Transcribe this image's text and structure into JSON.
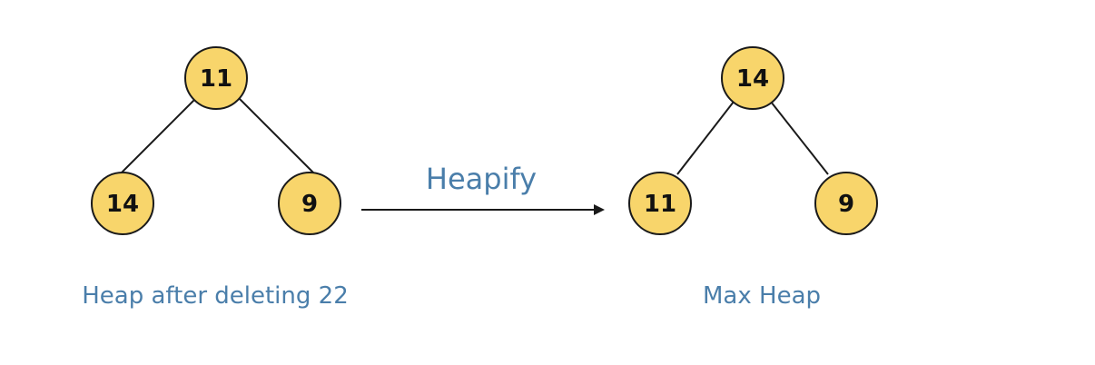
{
  "colors": {
    "node_fill": "#F8D56B",
    "node_stroke": "#1a1a1a",
    "caption_text": "#4A7EAA",
    "edge": "#1a1a1a"
  },
  "before": {
    "root": "11",
    "left": "14",
    "right": "9",
    "caption": "Heap after deleting 22"
  },
  "transition": {
    "label": "Heapify"
  },
  "after": {
    "root": "14",
    "left": "11",
    "right": "9",
    "caption": "Max Heap"
  }
}
